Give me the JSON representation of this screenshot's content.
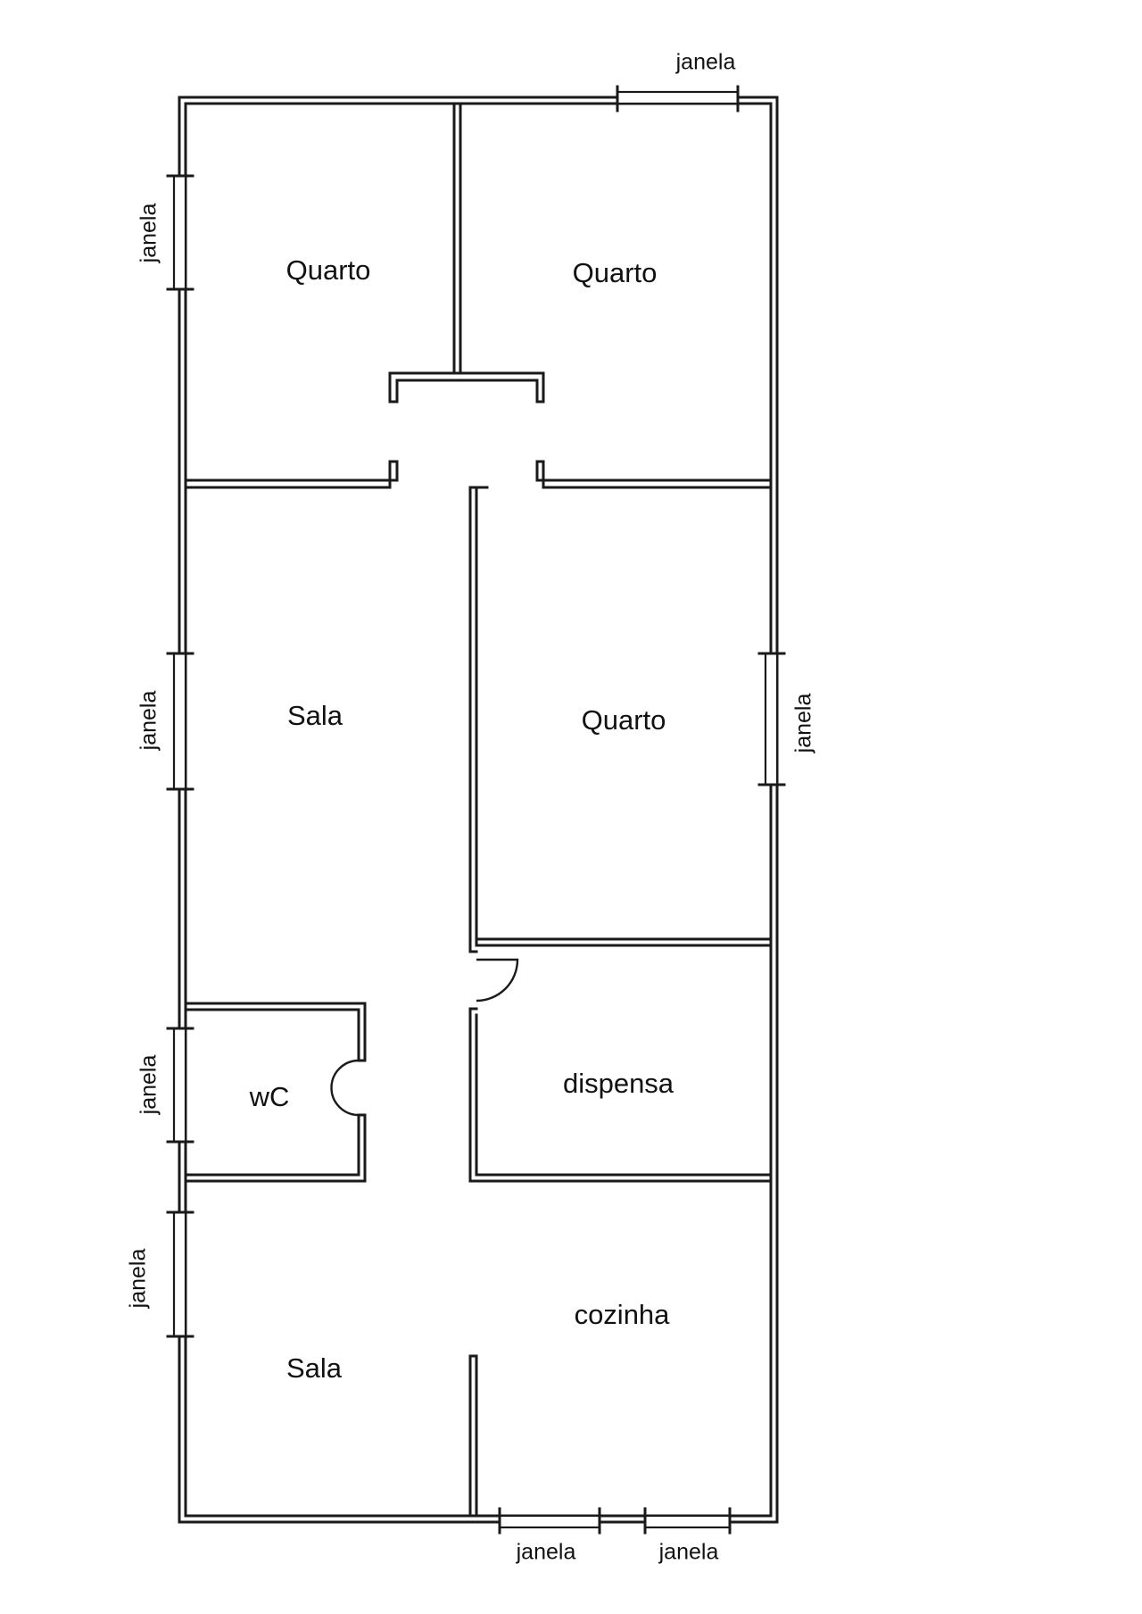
{
  "rooms": {
    "quarto_top_left": "Quarto",
    "quarto_top_right": "Quarto",
    "sala_middle": "Sala",
    "quarto_middle": "Quarto",
    "wc": "wC",
    "dispensa": "dispensa",
    "sala_bottom": "Sala",
    "cozinha": "cozinha"
  },
  "windows": {
    "top": "janela",
    "left_1": "janela",
    "left_2": "janela",
    "left_3": "janela",
    "left_4": "janela",
    "right_1": "janela",
    "bottom_1": "janela",
    "bottom_2": "janela"
  },
  "colors": {
    "wall": "#1a1a1a",
    "background": "#ffffff"
  }
}
